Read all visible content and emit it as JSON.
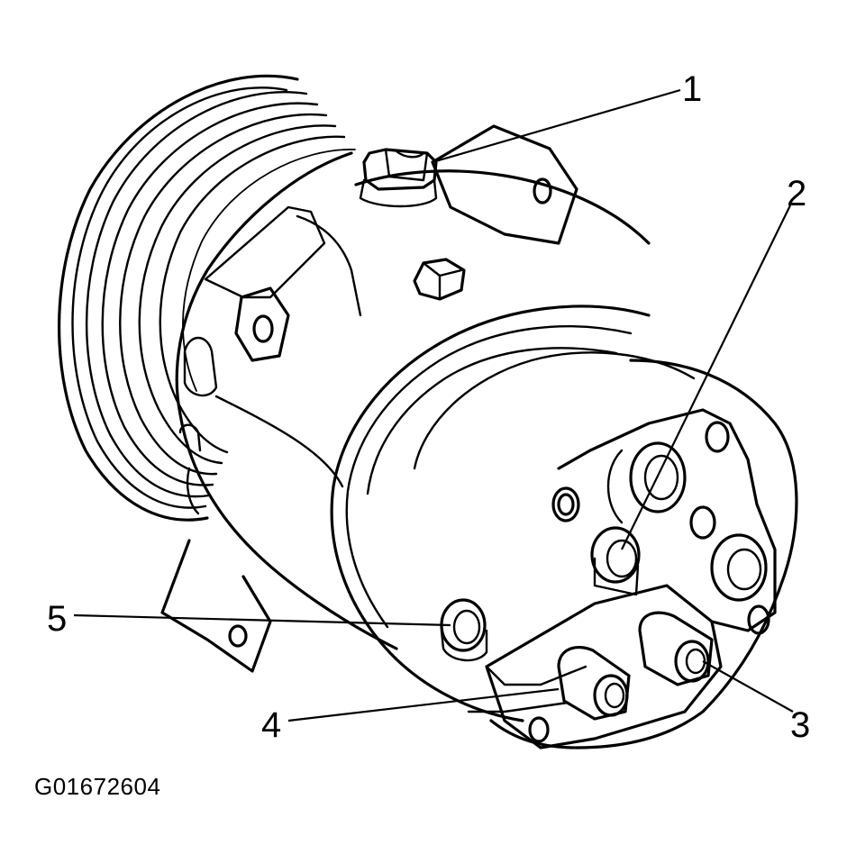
{
  "figure": {
    "code": "G01672604",
    "callouts": [
      {
        "id": "1",
        "label": "1"
      },
      {
        "id": "2",
        "label": "2"
      },
      {
        "id": "3",
        "label": "3"
      },
      {
        "id": "4",
        "label": "4"
      },
      {
        "id": "5",
        "label": "5"
      }
    ]
  },
  "colors": {
    "ink": "#000000",
    "paper": "#ffffff"
  }
}
